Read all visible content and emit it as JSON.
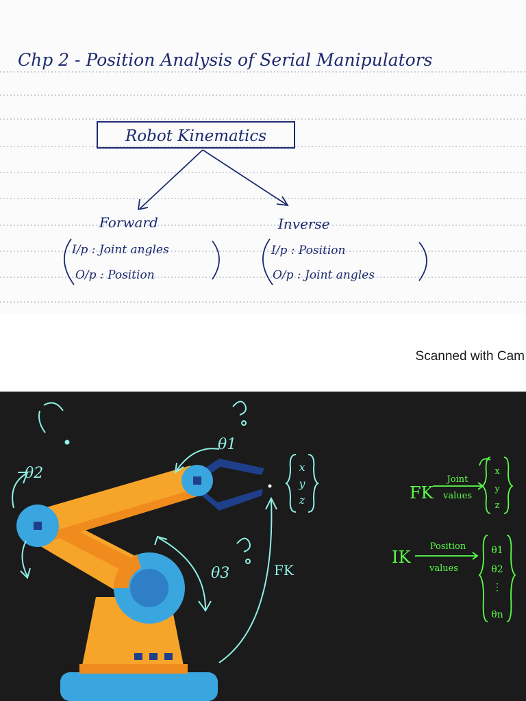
{
  "notes": {
    "title": "Chp 2 - Position Analysis of Serial Manipulators",
    "root": "Robot Kinematics",
    "forward": {
      "heading": "Forward",
      "input": "I/p : Joint angles",
      "output": "O/p : Position"
    },
    "inverse": {
      "heading": "Inverse",
      "input": "I/p : Position",
      "output": "O/p : Joint angles"
    },
    "ink_color": "#1c2a6e",
    "rule_color": "#9aa4b8"
  },
  "watermark": "Scanned with Cam",
  "board": {
    "theta_1": "θ1",
    "theta_2": "θ2",
    "theta_3": "θ3",
    "question_mark": "?",
    "position_vector": [
      "x",
      "y",
      "z"
    ],
    "fk_arrow": "FK",
    "fk": {
      "label": "FK",
      "arrow_top": "Joint",
      "arrow_bottom": "values",
      "output": [
        "x",
        "y",
        "z"
      ]
    },
    "ik": {
      "label": "IK",
      "arrow_top": "Position",
      "arrow_bottom": "values",
      "output": [
        "θ1",
        "θ2",
        "θn"
      ]
    },
    "chalk_color": "#8ff0e4",
    "green_color": "#5cff4a",
    "arm_color": "#f7a52a",
    "joint_color": "#3aa6e0"
  }
}
